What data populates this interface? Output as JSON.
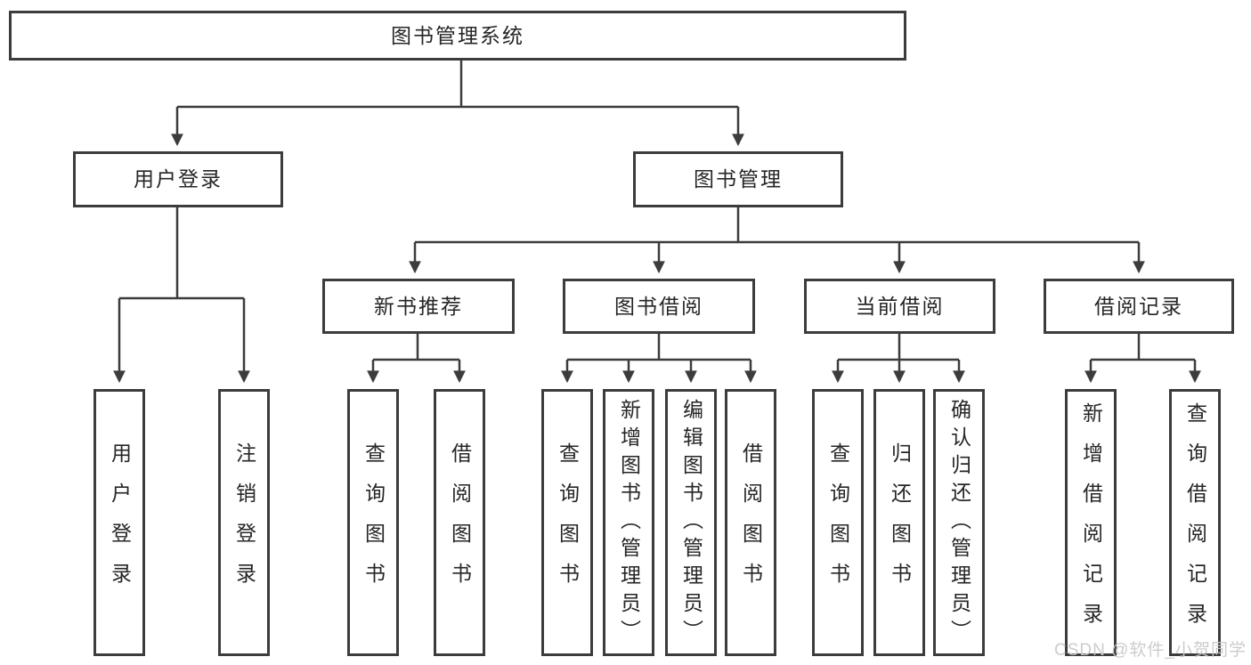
{
  "diagram": {
    "root": "图书管理系统",
    "branches": [
      {
        "label": "用户登录",
        "children": [
          "用户登录",
          "注销登录"
        ]
      },
      {
        "label": "图书管理",
        "modules": [
          {
            "label": "新书推荐",
            "children": [
              "查询图书",
              "借阅图书"
            ]
          },
          {
            "label": "图书借阅",
            "children": [
              "查询图书",
              "新增图书（管理员）",
              "编辑图书（管理员）",
              "借阅图书"
            ]
          },
          {
            "label": "当前借阅",
            "children": [
              "查询图书",
              "归还图书",
              "确认归还（管理员）"
            ]
          },
          {
            "label": "借阅记录",
            "children": [
              "新增借阅记录",
              "查询借阅记录"
            ]
          }
        ]
      }
    ]
  },
  "watermark": "CSDN @软件_小贺同学",
  "colors": {
    "line": "#3c3c3c",
    "box_border": "#3c3c3c",
    "text": "#262626",
    "watermark": "#c9c9c9",
    "background": "#ffffff"
  }
}
